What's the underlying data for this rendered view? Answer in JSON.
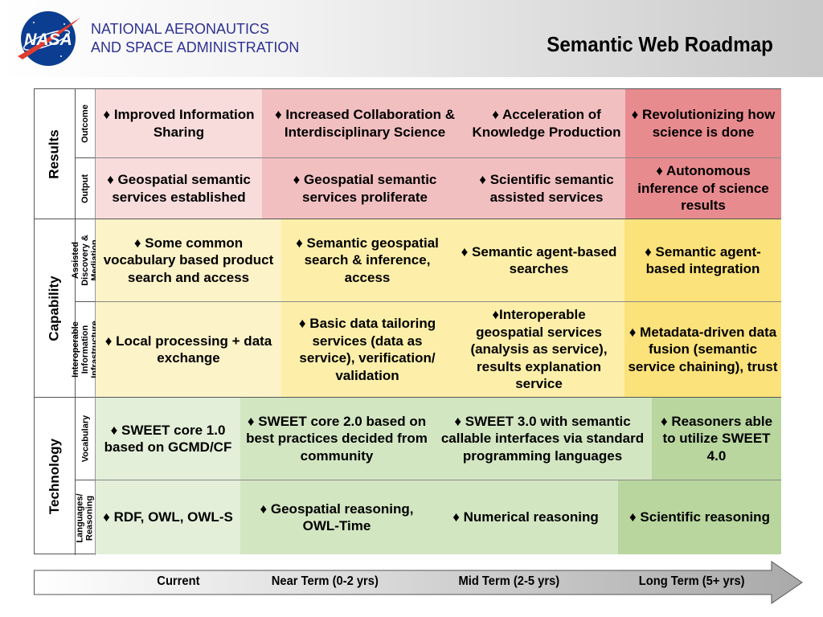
{
  "header": {
    "logo_text": "NASA",
    "agency_line1": "NATIONAL AERONAUTICS",
    "agency_line2": "AND SPACE ADMINISTRATION",
    "title": "Semantic Web Roadmap"
  },
  "colors": {
    "results_light": "#f8dcdc",
    "results_mid": "#f2bfc1",
    "results_dark": "#e88b8f",
    "capability_light": "#fdf3c8",
    "capability_mid": "#fdefa9",
    "capability_dark": "#fce27a",
    "technology_light": "#e3efd8",
    "technology_mid": "#d3e6c2",
    "technology_dark": "#b9d69f",
    "logo_blue": "#0b3d91",
    "logo_red": "#e03c31"
  },
  "bands": [
    {
      "label": "Results"
    },
    {
      "label": "Capability"
    },
    {
      "label": "Technology"
    }
  ],
  "rows": [
    {
      "label": "Outcome",
      "cells": [
        "♦ Improved Information Sharing",
        "♦ Increased Collaboration & Interdisciplinary Science",
        "♦ Acceleration of Knowledge Production",
        "♦ Revolutionizing how science is done"
      ]
    },
    {
      "label": "Output",
      "cells": [
        "♦ Geospatial semantic services established",
        "♦ Geospatial semantic services proliferate",
        "♦ Scientific semantic assisted services",
        "♦ Autonomous inference of science results"
      ]
    },
    {
      "label": "Assisted Discovery & Mediation",
      "cells": [
        "♦ Some common vocabulary based product search and access",
        "♦ Semantic geospatial search & inference, access",
        "♦ Semantic agent-based searches",
        "♦ Semantic agent-based integration"
      ]
    },
    {
      "label": "Interoperable Information Infrastructure",
      "cells": [
        "♦ Local processing + data exchange",
        "♦ Basic data tailoring services (data as service), verification/ validation",
        "♦Interoperable geospatial services (analysis as service), results explanation service",
        "♦ Metadata-driven data fusion (semantic service chaining), trust"
      ]
    },
    {
      "label": "Vocabulary",
      "cells": [
        "♦ SWEET core 1.0 based on GCMD/CF",
        "♦ SWEET core 2.0 based on best practices decided from community",
        "♦ SWEET 3.0 with semantic callable interfaces via standard programming languages",
        "♦ Reasoners able to utilize SWEET 4.0"
      ]
    },
    {
      "label": "Languages/ Reasoning",
      "cells": [
        "♦ RDF, OWL, OWL-S",
        "♦ Geospatial reasoning, OWL-Time",
        "♦ Numerical reasoning",
        "♦ Scientific reasoning"
      ]
    }
  ],
  "timeline": {
    "labels": [
      "Current",
      "Near Term (0-2 yrs)",
      "Mid Term (2-5 yrs)",
      "Long Term (5+ yrs)"
    ]
  }
}
